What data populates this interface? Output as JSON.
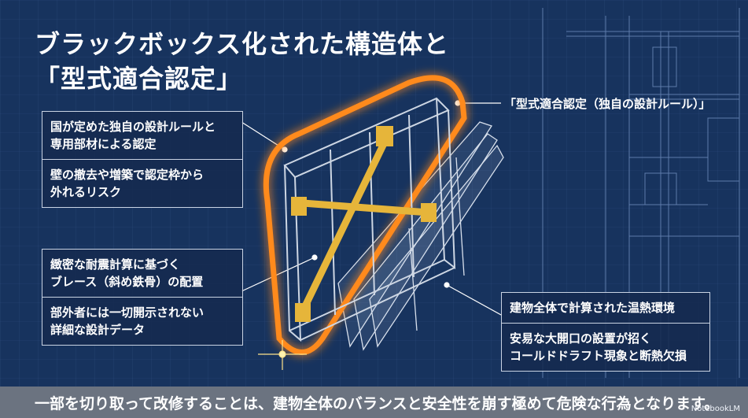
{
  "title": {
    "line1": "ブラックボックス化された構造体と",
    "line2": "「型式適合認定」"
  },
  "callout_top_left": {
    "line1": "国が定めた独自の設計ルールと",
    "line2": "専用部材による認定",
    "line3": "壁の撤去や増築で認定枠から",
    "line4": "外れるリスク"
  },
  "callout_bottom_left": {
    "line1": "緻密な耐震計算に基づく",
    "line2": "ブレース（斜め鉄骨）の配置",
    "line3": "部外者には一切開示されない",
    "line4": "詳細な設計データ"
  },
  "callout_top_right": {
    "label": "「型式適合認定（独自の設計ルール）」"
  },
  "callout_bottom_right": {
    "line1": "建物全体で計算された温熱環境",
    "line2": "安易な大開口の設置が招く",
    "line3": "コールドドラフト現象と断熱欠損"
  },
  "footer": {
    "text": "一部を切り取って改修することは、建物全体のバランスと安全性を崩す極めて危険な行為となります。",
    "brand": "NotebookLM"
  },
  "colors": {
    "background": "#17335e",
    "glow": "#ff8a1f",
    "brace": "#e6b53a",
    "frame": "#cdd6e3",
    "footer": "#6b7380"
  }
}
